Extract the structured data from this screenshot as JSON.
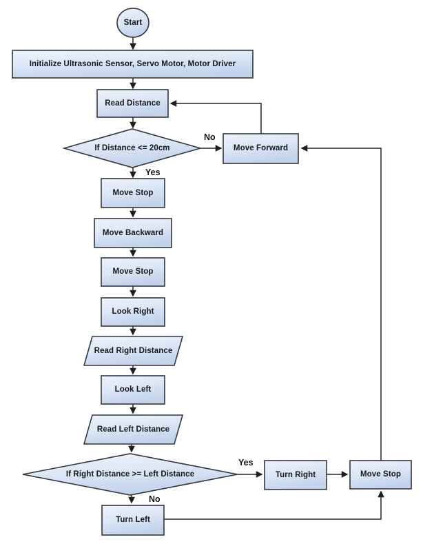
{
  "diagram_type": "flowchart",
  "subject": "Obstacle avoiding robot control flow",
  "colors": {
    "background": "#ffffff",
    "node_fill_top": "#eef3fb",
    "node_fill_mid": "#dde7f6",
    "node_fill_bottom": "#c2d3ec",
    "node_border": "#33363c",
    "connector_line": "#222222",
    "text": "#15171b"
  },
  "nodes": {
    "start": {
      "label": "Start",
      "type": "terminator"
    },
    "init": {
      "label": "Initialize Ultrasonic Sensor, Servo Motor, Motor Driver",
      "type": "process"
    },
    "read_distance": {
      "label": "Read Distance",
      "type": "process"
    },
    "if_distance": {
      "label": "If Distance <= 20cm",
      "type": "decision"
    },
    "move_forward": {
      "label": "Move Forward",
      "type": "process"
    },
    "move_stop_1": {
      "label": "Move Stop",
      "type": "process"
    },
    "move_backward": {
      "label": "Move Backward",
      "type": "process"
    },
    "move_stop_2": {
      "label": "Move Stop",
      "type": "process"
    },
    "look_right": {
      "label": "Look Right",
      "type": "process"
    },
    "read_right_distance": {
      "label": "Read Right Distance",
      "type": "input-output"
    },
    "look_left": {
      "label": "Look Left",
      "type": "process"
    },
    "read_left_distance": {
      "label": "Read Left Distance",
      "type": "input-output"
    },
    "if_right_left": {
      "label": "If Right Distance >= Left Distance",
      "type": "decision"
    },
    "turn_right": {
      "label": "Turn Right",
      "type": "process"
    },
    "move_stop_3": {
      "label": "Move Stop",
      "type": "process"
    },
    "turn_left": {
      "label": "Turn Left",
      "type": "process"
    }
  },
  "edge_labels": {
    "no_top": "No",
    "yes_top": "Yes",
    "yes_bottom": "Yes",
    "no_bottom": "No"
  },
  "edges": [
    {
      "from": "start",
      "to": "init"
    },
    {
      "from": "init",
      "to": "read_distance"
    },
    {
      "from": "read_distance",
      "to": "if_distance"
    },
    {
      "from": "if_distance",
      "to": "move_forward",
      "label": "No"
    },
    {
      "from": "if_distance",
      "to": "move_stop_1",
      "label": "Yes"
    },
    {
      "from": "move_forward",
      "to": "read_distance"
    },
    {
      "from": "move_stop_1",
      "to": "move_backward"
    },
    {
      "from": "move_backward",
      "to": "move_stop_2"
    },
    {
      "from": "move_stop_2",
      "to": "look_right"
    },
    {
      "from": "look_right",
      "to": "read_right_distance"
    },
    {
      "from": "read_right_distance",
      "to": "look_left"
    },
    {
      "from": "look_left",
      "to": "read_left_distance"
    },
    {
      "from": "read_left_distance",
      "to": "if_right_left"
    },
    {
      "from": "if_right_left",
      "to": "turn_right",
      "label": "Yes"
    },
    {
      "from": "if_right_left",
      "to": "turn_left",
      "label": "No"
    },
    {
      "from": "turn_right",
      "to": "move_stop_3"
    },
    {
      "from": "turn_left",
      "to": "move_stop_3"
    },
    {
      "from": "move_stop_3",
      "to": "move_forward"
    }
  ]
}
